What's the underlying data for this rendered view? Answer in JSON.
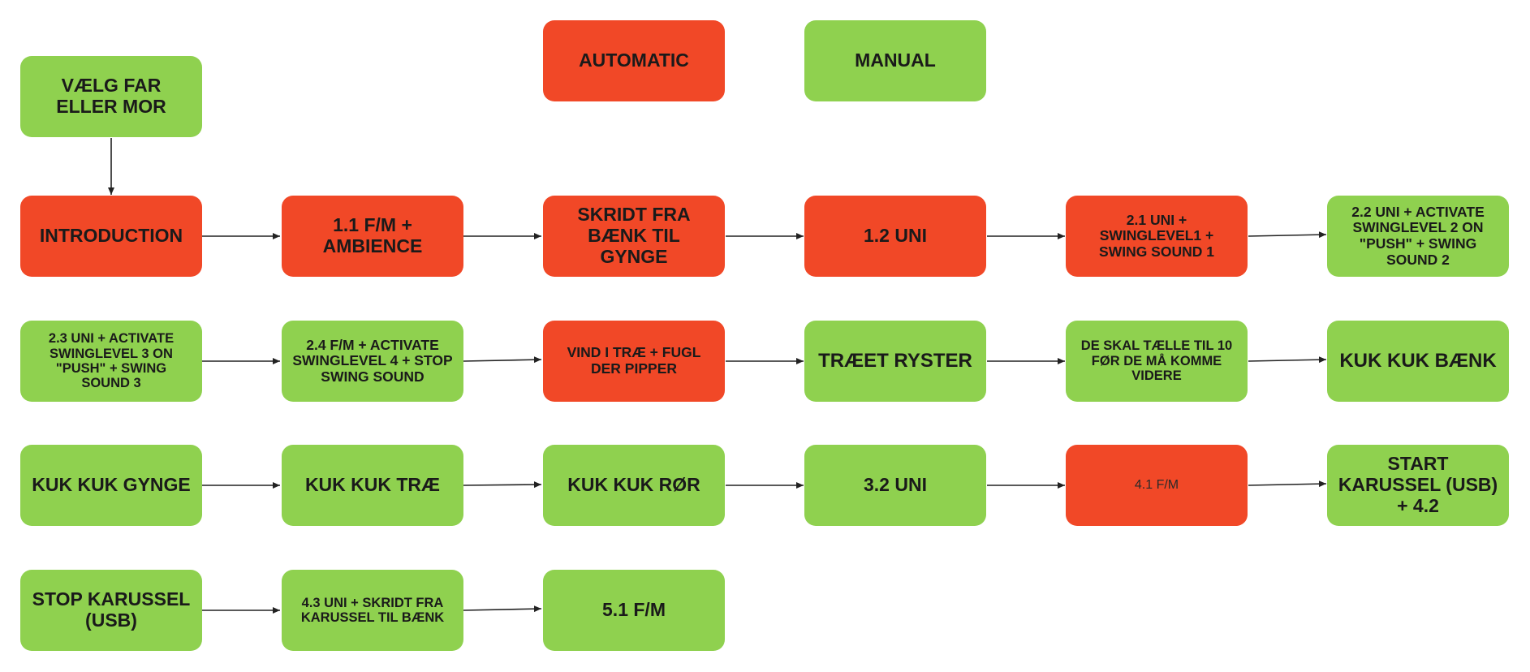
{
  "colors": {
    "automatic": "#f14827",
    "manual": "#8fd14f",
    "edge": "#222222"
  },
  "legend": {
    "automatic": "AUTOMATIC",
    "manual": "MANUAL"
  },
  "nodes": {
    "start": "VÆLG FAR\nELLER MOR",
    "introduction": "INTRODUCTION",
    "n_1_1": "1.1 F/M +\nAMBIENCE",
    "skridt": "SKRIDT FRA\nBÆNK TIL\nGYNGE",
    "n_1_2": "1.2 UNI",
    "n_2_1": "2.1 UNI +\nSWINGLEVEL1 +\nSWING SOUND 1",
    "n_2_2": "2.2 UNI + ACTIVATE\nSWINGLEVEL 2 ON\n\"PUSH\" + SWING\nSOUND 2",
    "n_2_3": "2.3 UNI + ACTIVATE\nSWINGLEVEL 3 ON\n\"PUSH\" + SWING\nSOUND 3",
    "n_2_4": "2.4 F/M + ACTIVATE\nSWINGLEVEL 4 + STOP\nSWING SOUND",
    "vind": "VIND I TRÆ + FUGL\nDER PIPPER",
    "traeet": "TRÆET RYSTER",
    "taelle": "DE SKAL TÆLLE TIL 10\nFØR DE  MÅ KOMME\nVIDERE",
    "kuk_baenk": "KUK KUK BÆNK",
    "kuk_gynge": "KUK KUK GYNGE",
    "kuk_trae": "KUK KUK TRÆ",
    "kuk_ror": "KUK KUK RØR",
    "n_3_2": "3.2 UNI",
    "n_4_1": "4.1 F/M",
    "start_karussel": "START\nKARUSSEL (USB)\n+ 4.2",
    "stop_karussel": "STOP KARUSSEL\n(USB)",
    "n_4_3": "4.3 UNI + SKRIDT FRA\nKARUSSEL TIL BÆNK",
    "n_5_1": "5.1 F/M"
  }
}
